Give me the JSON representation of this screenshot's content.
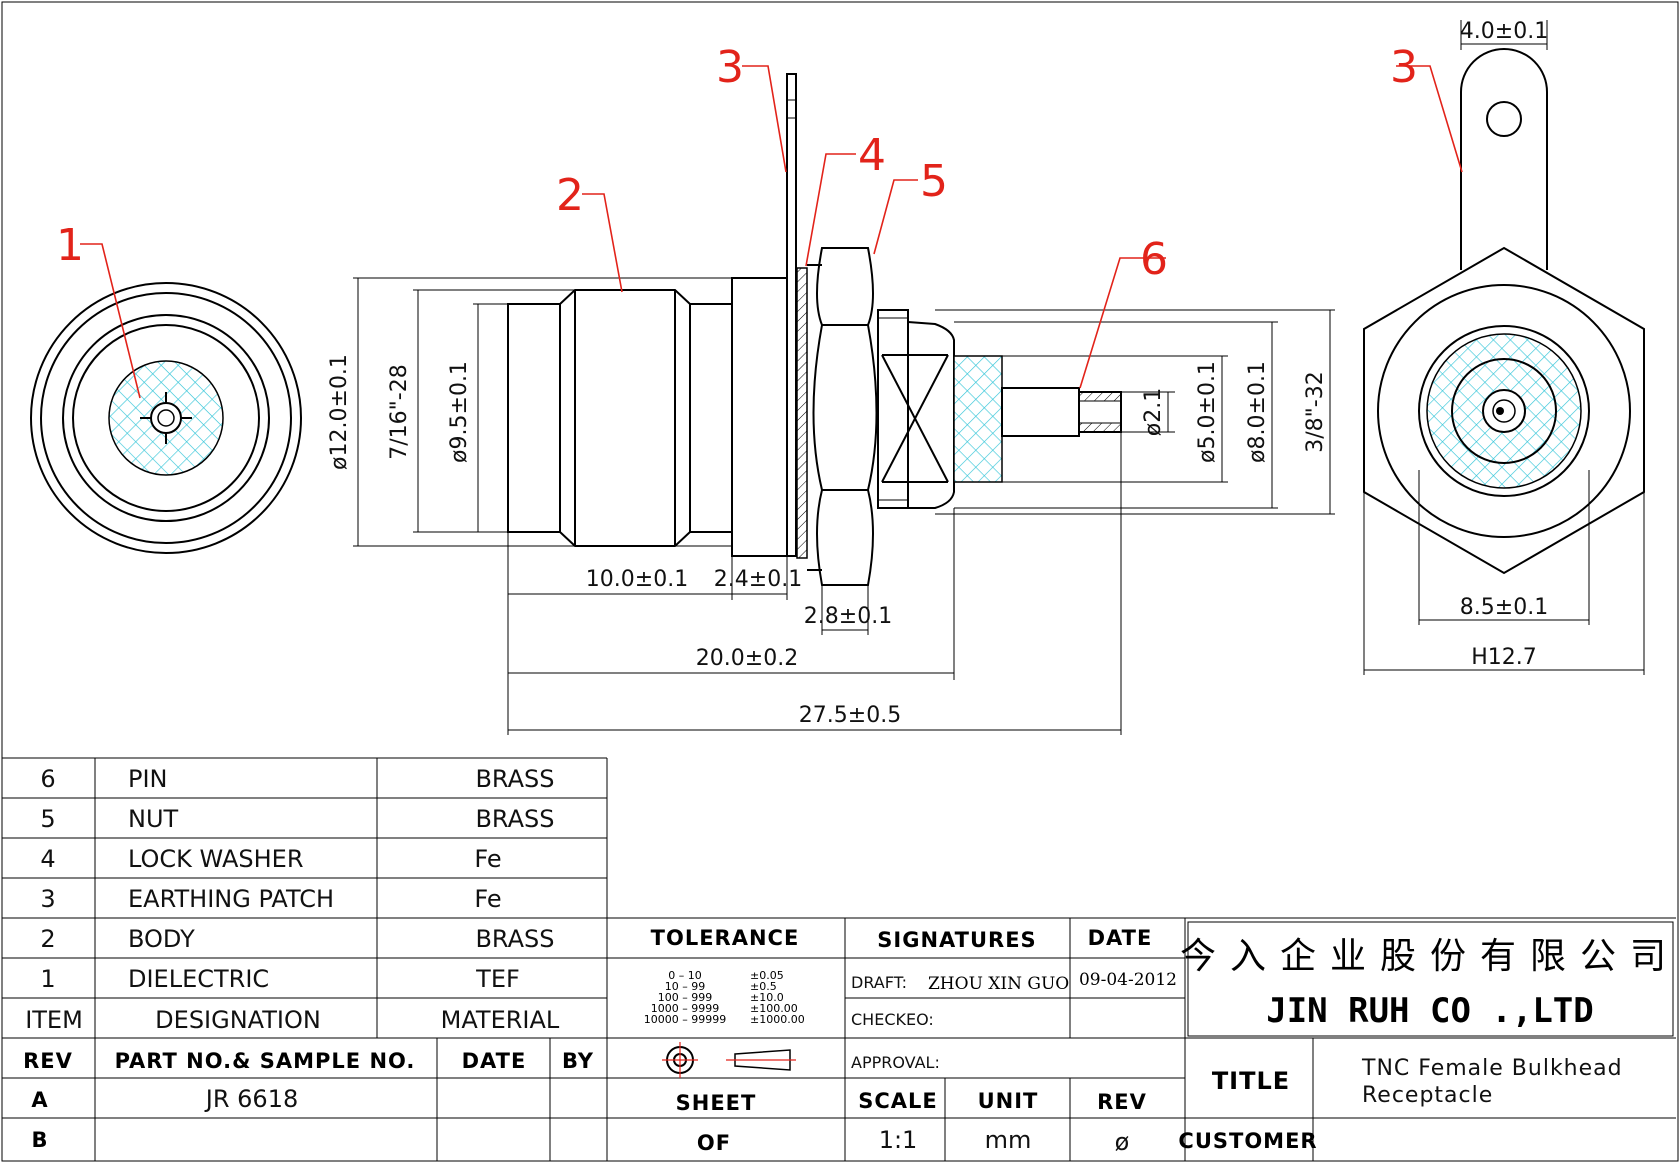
{
  "callouts": [
    "1",
    "2",
    "3",
    "4",
    "5",
    "6",
    "3"
  ],
  "dimensions": {
    "d12": "ø12.0±0.1",
    "thread_front": "7/16\"-28",
    "d95": "ø9.5±0.1",
    "len10": "10.0±0.1",
    "len24": "2.4±0.1",
    "len28": "2.8±0.1",
    "len20": "20.0±0.2",
    "len275": "27.5±0.5",
    "d21": "ø2.1",
    "d50": "ø5.0±0.1",
    "d80": "ø8.0±0.1",
    "thread_rear": "3/8\"-32",
    "w40": "4.0±0.1",
    "w85": "8.5±0.1",
    "hex": "H12.7"
  },
  "bom": {
    "header": {
      "item": "ITEM",
      "designation": "DESIGNATION",
      "material": "MATERIAL"
    },
    "rows": [
      {
        "item": "6",
        "designation": "PIN",
        "material": "BRASS"
      },
      {
        "item": "5",
        "designation": "NUT",
        "material": "BRASS"
      },
      {
        "item": "4",
        "designation": "LOCK  WASHER",
        "material": "Fe"
      },
      {
        "item": "3",
        "designation": "EARTHING  PATCH",
        "material": "Fe"
      },
      {
        "item": "2",
        "designation": "BODY",
        "material": "BRASS"
      },
      {
        "item": "1",
        "designation": "DIELECTRIC",
        "material": "TEF"
      }
    ]
  },
  "revisions": {
    "header": {
      "rev": "REV",
      "part": "PART NO.& SAMPLE NO.",
      "date": "DATE",
      "by": "BY"
    },
    "rows": [
      {
        "rev": "A",
        "part": "JR  6618",
        "date": "",
        "by": ""
      },
      {
        "rev": "B",
        "part": "",
        "date": "",
        "by": ""
      }
    ]
  },
  "tolerance": {
    "title": "TOLERANCE",
    "ranges": [
      "0  –  10",
      "10  –  99",
      "100  –  999",
      "1000  –  9999",
      "10000  –  99999"
    ],
    "values": [
      "±0.05",
      "±0.5",
      "±10.0",
      "±100.00",
      "±1000.00"
    ]
  },
  "sheet": {
    "label": "SHEET",
    "of": "OF"
  },
  "signatures": {
    "title": "SIGNATURES",
    "date_title": "DATE",
    "draft_label": "DRAFT:",
    "draft_name": "ZHOU  XIN  GUO",
    "draft_date": "09-04-2012",
    "checked_label": "CHECKEO:",
    "approval_label": "APPROVAL:"
  },
  "scale": {
    "label": "SCALE",
    "value": "1:1",
    "unit_label": "UNIT",
    "unit_value": "mm",
    "rev_label": "REV",
    "rev_value": "ø"
  },
  "company": {
    "chinese": "今入企业股份有限公司",
    "english": "JIN  RUH  CO .,LTD"
  },
  "title_block": {
    "title_label": "TITLE",
    "title_line1": "TNC  Female  Bulkhead",
    "title_line2": "Receptacle",
    "customer_label": "CUSTOMER"
  },
  "colors": {
    "callout": "#e2231a",
    "hatch": "#38c6d9",
    "line": "#000000"
  }
}
